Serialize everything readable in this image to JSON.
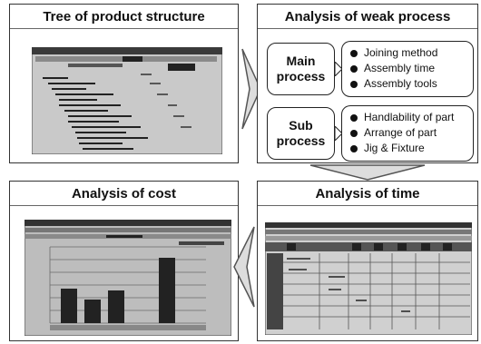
{
  "panels": {
    "tree": {
      "title": "Tree of product structure"
    },
    "weak": {
      "title": "Analysis of weak process",
      "main_label": "Main process",
      "main_items": [
        "Joining method",
        "Assembly time",
        "Assembly tools"
      ],
      "sub_label": "Sub process",
      "sub_items": [
        "Handlability of part",
        "Arrange of part",
        "Jig & Fixture"
      ]
    },
    "cost": {
      "title": "Analysis of cost"
    },
    "time": {
      "title": "Analysis of time"
    }
  }
}
